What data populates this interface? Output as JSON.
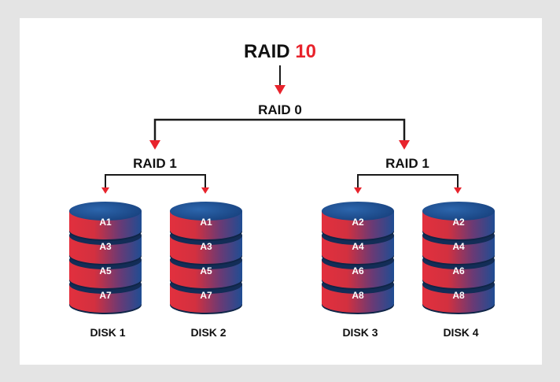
{
  "title": {
    "main": "RAID",
    "accent": "10"
  },
  "top_level_label": "RAID 0",
  "groups": [
    {
      "label": "RAID 1",
      "disks": [
        {
          "name": "DISK 1",
          "blocks": [
            "A1",
            "A3",
            "A5",
            "A7"
          ]
        },
        {
          "name": "DISK 2",
          "blocks": [
            "A1",
            "A3",
            "A5",
            "A7"
          ]
        }
      ]
    },
    {
      "label": "RAID 1",
      "disks": [
        {
          "name": "DISK 3",
          "blocks": [
            "A2",
            "A4",
            "A6",
            "A8"
          ]
        },
        {
          "name": "DISK 4",
          "blocks": [
            "A2",
            "A4",
            "A6",
            "A8"
          ]
        }
      ]
    }
  ],
  "colors": {
    "accent": "#e8232c",
    "line": "#1a1a1a",
    "disk_red": "#e2303e",
    "disk_blue": "#1f4d93",
    "disk_top": "#20508f",
    "disk_dark": "#0f2547",
    "page_bg": "#e4e4e4",
    "panel_bg": "#ffffff"
  }
}
